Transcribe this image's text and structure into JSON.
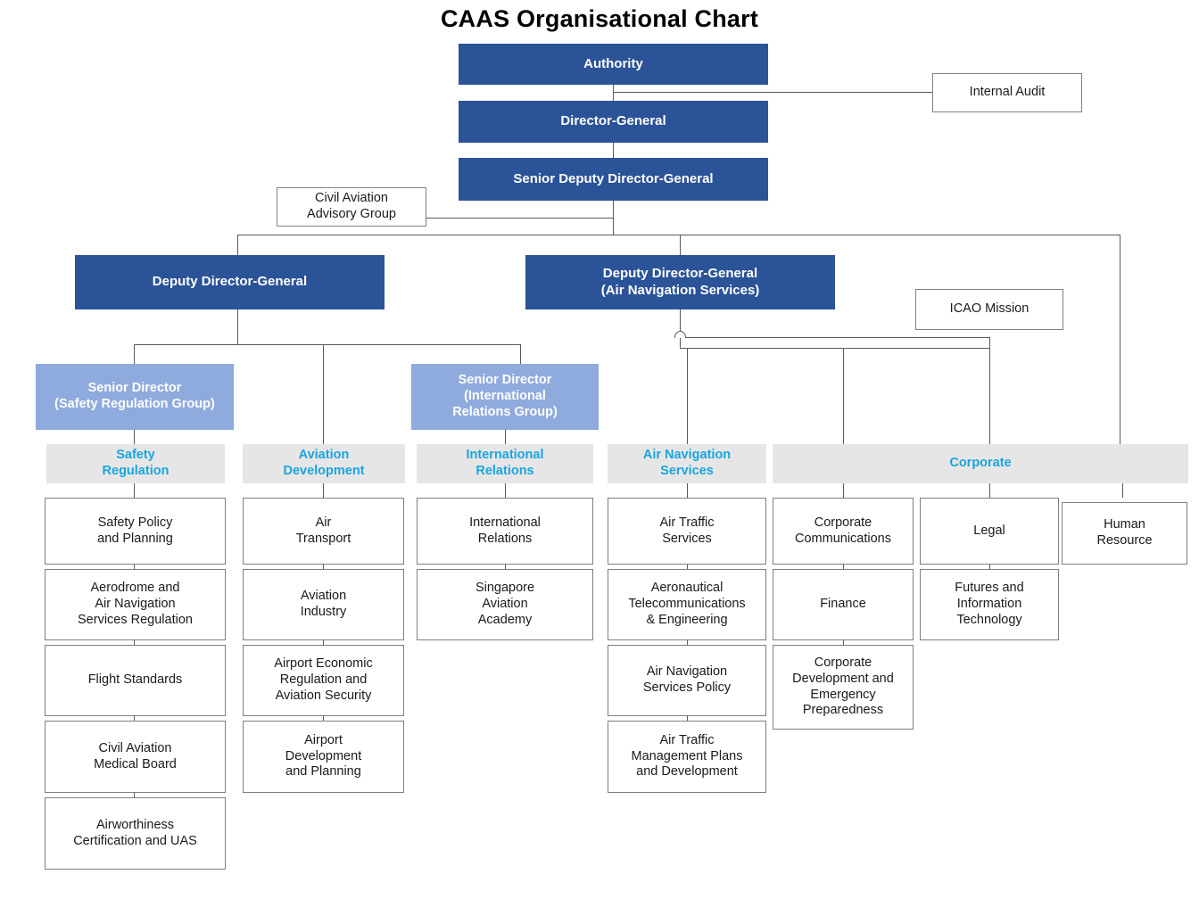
{
  "page": {
    "title": "CAAS Organisational Chart",
    "colors": {
      "executive_blue": "#2B5397",
      "senior_blue": "#8FAADC",
      "division_gray": "#e7e6e6",
      "division_text_cyan": "#18A5E0",
      "line_gray": "#595959",
      "box_border": "#7f7f7f"
    }
  },
  "executive": {
    "authority": "Authority",
    "director_general": "Director-General",
    "senior_deputy_director_general": "Senior Deputy Director-General",
    "deputy_director_general": "Deputy Director-General",
    "deputy_director_general_ans": "Deputy Director-General\n(Air Navigation Services)"
  },
  "advisory": {
    "internal_audit": "Internal Audit",
    "civil_aviation_advisory_group": "Civil Aviation\nAdvisory Group",
    "icao_mission": "ICAO Mission"
  },
  "senior_directors": {
    "safety_regulation_group": "Senior Director\n(Safety Regulation Group)",
    "international_relations_group": "Senior Director\n(International\nRelations Group)"
  },
  "divisions": [
    {
      "id": "safety-regulation",
      "label": "Safety\nRegulation",
      "units": [
        "Safety Policy\nand Planning",
        "Aerodrome and\nAir Navigation\nServices Regulation",
        "Flight Standards",
        "Civil Aviation\nMedical Board",
        "Airworthiness\nCertification and UAS"
      ]
    },
    {
      "id": "aviation-development",
      "label": "Aviation\nDevelopment",
      "units": [
        "Air\nTransport",
        "Aviation\nIndustry",
        "Airport Economic\nRegulation and\nAviation Security",
        "Airport\nDevelopment\nand Planning"
      ]
    },
    {
      "id": "international-relations",
      "label": "International\nRelations",
      "units": [
        "International\nRelations",
        "Singapore\nAviation\nAcademy"
      ]
    },
    {
      "id": "air-navigation-services",
      "label": "Air Navigation\nServices",
      "units": [
        "Air Traffic\nServices",
        "Aeronautical\nTelecommunications\n& Engineering",
        "Air Navigation\nServices Policy",
        "Air Traffic\nManagement Plans\nand Development"
      ]
    },
    {
      "id": "corporate",
      "label": "Corporate",
      "units": [
        "Corporate\nCommunications",
        "Finance",
        "Corporate\nDevelopment and\nEmergency\nPreparedness",
        "Legal",
        "Futures and\nInformation\nTechnology",
        "Human\nResource"
      ]
    }
  ]
}
